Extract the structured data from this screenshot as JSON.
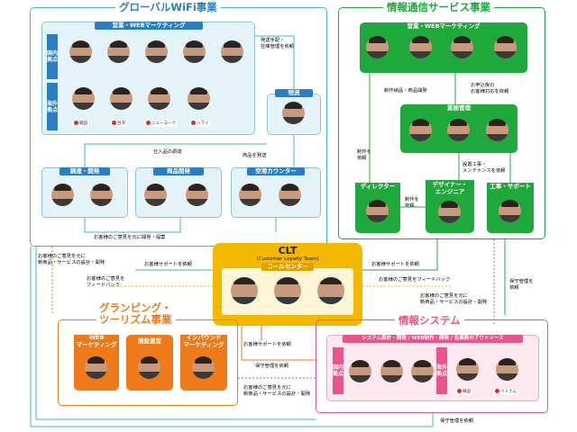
{
  "global_wifi": {
    "title": "グローバルWiFi事業",
    "sales_bar": "営業・WEBマーケティング",
    "domestic_label": "国内拠点",
    "overseas_label": "海外拠点",
    "overseas_tags": [
      "韓国",
      "台湾",
      "ニューヨーク",
      "ハワイ"
    ],
    "logistics_bar": "物流",
    "procurement_bar": "調達・開発",
    "product_bar": "商品開発",
    "airport_bar": "空港カウンター",
    "note_shipping": "発送手配・\n在庫管理を依頼",
    "note_procurement": "仕入品の調達",
    "note_product_ship": "商品を発送",
    "note_feedback_dev": "お客様のご意見を元に開発・提案"
  },
  "info_comm": {
    "title": "情報通信サービス事業",
    "sales_bar": "営業・WEBマーケティング",
    "business_bar": "業務管理",
    "director_bar": "ディレクター",
    "designer_bar": "デザイナー・\nエンジニア",
    "construction_bar": "工事・サポート",
    "note_production": "制作納品・商品開発",
    "note_entry": "お申込後の\nお客様対応を依頼",
    "note_production_req": "制作を\n依頼",
    "note_install": "設置工事・\nメンテナンスを依頼",
    "note_production_req2": "制作を\n依頼"
  },
  "clt": {
    "title": "CLT",
    "subtitle": "(Customer Loyalty Team)",
    "call_center_bar": "コールセンター",
    "note_support_left": "お客様サポートを依頼",
    "note_support_right": "お客様サポートを依頼",
    "note_feedback_left": "お客様のご意見を\nフィードバック",
    "note_feedback_right": "お客様のご意見をフィードバック",
    "note_support_bottom": "お客様サポートを依頼",
    "note_maintenance": "保守管理を依頼",
    "note_new_product": "お客様のご意見を元に\n新商品・サービスの設計・開発",
    "note_new_product_right": "お客様のご意見を元に\n新商品・サービスの設計・開発",
    "note_left_new": "お客様のご意見を元に\n新商品・サービスの設計・開発",
    "note_maintenance_right": "保守管理を\n依頼",
    "note_maintenance_bottom": "保守管理を依頼"
  },
  "tourism": {
    "title": "グランピング・\nツーリズム事業",
    "web_bar": "WEB\nマーケティング",
    "facility_bar": "施設運営",
    "inbound_bar": "インバウンド\nマーケティング"
  },
  "info_system": {
    "title": "情報システム",
    "bar": "システム設計・開発 / WEB制作・開発 / 各業務のアウトソース",
    "domestic_label": "国内拠点",
    "overseas_label": "海外拠点",
    "overseas_tags": [
      "韓国",
      "ベトナム"
    ]
  },
  "colors": {
    "wifi": "#39b8c8",
    "info_comm": "#1fa83c",
    "wifi_dark": "#2a7fc0",
    "clt": "#f5b800",
    "tourism": "#ef7a1a",
    "info_system": "#e8558a"
  }
}
